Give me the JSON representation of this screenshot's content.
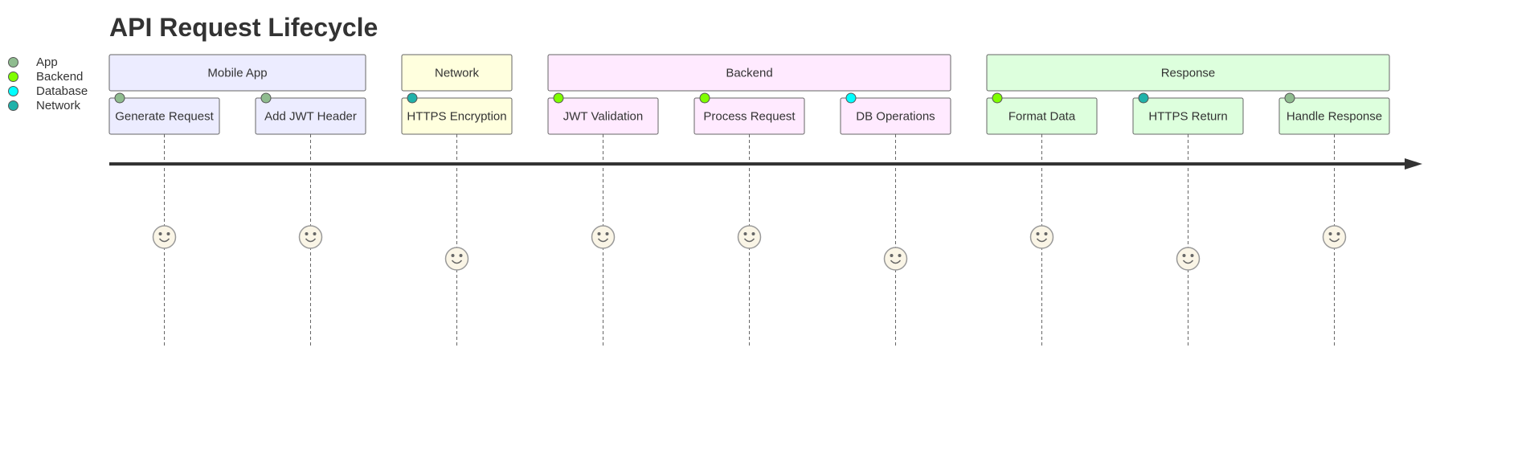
{
  "title": "API Request Lifecycle",
  "actors": [
    {
      "name": "App",
      "color": "#8fbc8f"
    },
    {
      "name": "Backend",
      "color": "#7fff00"
    },
    {
      "name": "Database",
      "color": "#00ffff"
    },
    {
      "name": "Network",
      "color": "#20b2aa"
    }
  ],
  "sections": [
    {
      "name": "Mobile App",
      "color": "#ececff",
      "tasks": [
        {
          "name": "Generate Request",
          "score": 5,
          "actors": [
            "App"
          ]
        },
        {
          "name": "Add JWT Header",
          "score": 5,
          "actors": [
            "App"
          ]
        }
      ]
    },
    {
      "name": "Network",
      "color": "#ffffde",
      "tasks": [
        {
          "name": "HTTPS Encryption",
          "score": 4,
          "actors": [
            "Network"
          ]
        }
      ]
    },
    {
      "name": "Backend",
      "color": "#ffeaff",
      "tasks": [
        {
          "name": "JWT Validation",
          "score": 5,
          "actors": [
            "Backend"
          ]
        },
        {
          "name": "Process Request",
          "score": 5,
          "actors": [
            "Backend"
          ]
        },
        {
          "name": "DB Operations",
          "score": 4,
          "actors": [
            "Database"
          ]
        }
      ]
    },
    {
      "name": "Response",
      "color": "#ddffdd",
      "tasks": [
        {
          "name": "Format Data",
          "score": 5,
          "actors": [
            "Backend"
          ]
        },
        {
          "name": "HTTPS Return",
          "score": 4,
          "actors": [
            "Network"
          ]
        },
        {
          "name": "Handle Response",
          "score": 5,
          "actors": [
            "App"
          ]
        }
      ]
    }
  ]
}
